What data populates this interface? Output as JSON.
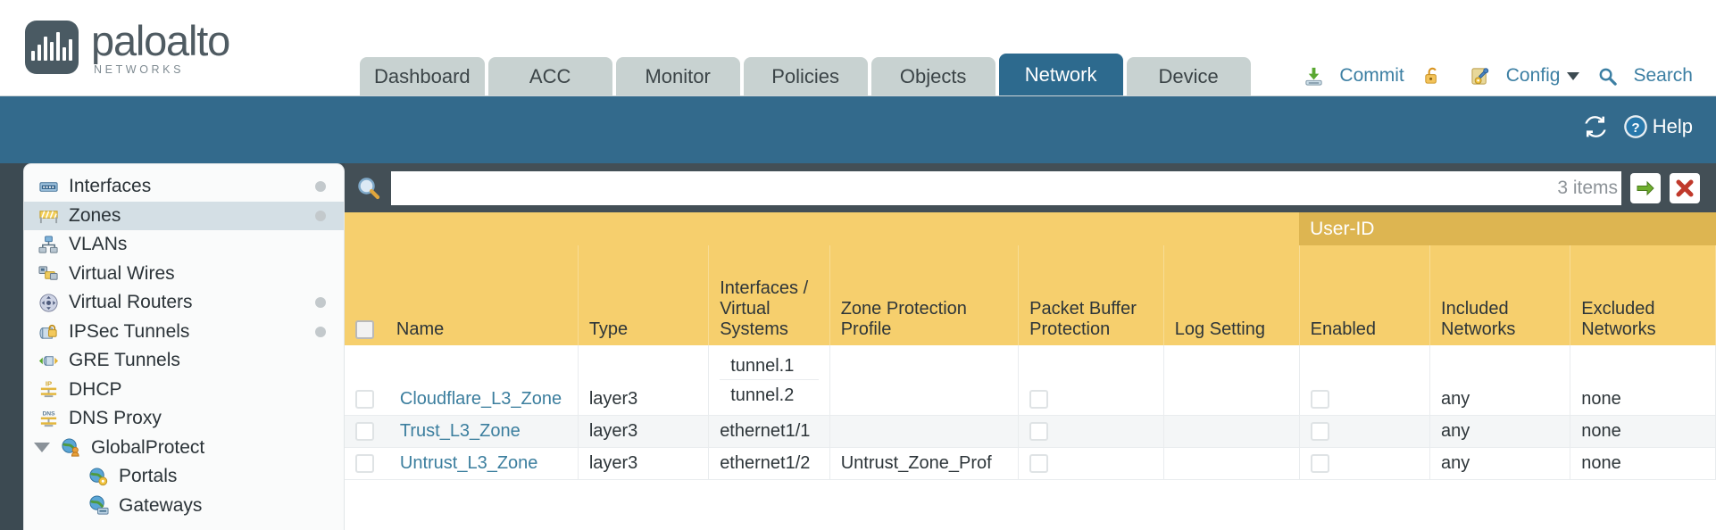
{
  "brand": {
    "name": "paloalto",
    "tagline": "NETWORKS",
    "registered": "®"
  },
  "tabs": [
    {
      "label": "Dashboard",
      "active": false
    },
    {
      "label": "ACC",
      "active": false
    },
    {
      "label": "Monitor",
      "active": false
    },
    {
      "label": "Policies",
      "active": false
    },
    {
      "label": "Objects",
      "active": false
    },
    {
      "label": "Network",
      "active": true
    },
    {
      "label": "Device",
      "active": false
    }
  ],
  "top_actions": {
    "commit": "Commit",
    "config": "Config",
    "search": "Search"
  },
  "band": {
    "help": "Help"
  },
  "search": {
    "value": "",
    "placeholder": "",
    "items_count": "3 items"
  },
  "sidebar": {
    "items": [
      {
        "label": "Interfaces",
        "icon": "interfaces-icon",
        "selected": false,
        "dot": true,
        "child": false,
        "expandable": false
      },
      {
        "label": "Zones",
        "icon": "zones-icon",
        "selected": true,
        "dot": true,
        "child": false,
        "expandable": false
      },
      {
        "label": "VLANs",
        "icon": "vlans-icon",
        "selected": false,
        "dot": false,
        "child": false,
        "expandable": false
      },
      {
        "label": "Virtual Wires",
        "icon": "virtual-wires-icon",
        "selected": false,
        "dot": false,
        "child": false,
        "expandable": false
      },
      {
        "label": "Virtual Routers",
        "icon": "virtual-routers-icon",
        "selected": false,
        "dot": true,
        "child": false,
        "expandable": false
      },
      {
        "label": "IPSec Tunnels",
        "icon": "ipsec-tunnels-icon",
        "selected": false,
        "dot": true,
        "child": false,
        "expandable": false
      },
      {
        "label": "GRE Tunnels",
        "icon": "gre-tunnels-icon",
        "selected": false,
        "dot": false,
        "child": false,
        "expandable": false
      },
      {
        "label": "DHCP",
        "icon": "dhcp-icon",
        "selected": false,
        "dot": false,
        "child": false,
        "expandable": false
      },
      {
        "label": "DNS Proxy",
        "icon": "dns-proxy-icon",
        "selected": false,
        "dot": false,
        "child": false,
        "expandable": false
      },
      {
        "label": "GlobalProtect",
        "icon": "globalprotect-icon",
        "selected": false,
        "dot": false,
        "child": false,
        "expandable": true
      },
      {
        "label": "Portals",
        "icon": "portals-icon",
        "selected": false,
        "dot": false,
        "child": true,
        "expandable": false
      },
      {
        "label": "Gateways",
        "icon": "gateways-icon",
        "selected": false,
        "dot": false,
        "child": true,
        "expandable": false
      }
    ]
  },
  "table": {
    "group_header": "User-ID",
    "columns": [
      "Name",
      "Type",
      "Interfaces / Virtual Systems",
      "Zone Protection Profile",
      "Packet Buffer Protection",
      "Log Setting",
      "Enabled",
      "Included Networks",
      "Excluded Networks"
    ],
    "rows": [
      {
        "selected": false,
        "name": "Cloudflare_L3_Zone",
        "type": "layer3",
        "interfaces": [
          "tunnel.1",
          "tunnel.2"
        ],
        "zone_protection_profile": "",
        "packet_buffer_protection": false,
        "log_setting": "",
        "userid_enabled": false,
        "included_networks": "any",
        "excluded_networks": "none"
      },
      {
        "selected": false,
        "name": "Trust_L3_Zone",
        "type": "layer3",
        "interfaces": [
          "ethernet1/1"
        ],
        "zone_protection_profile": "",
        "packet_buffer_protection": false,
        "log_setting": "",
        "userid_enabled": false,
        "included_networks": "any",
        "excluded_networks": "none"
      },
      {
        "selected": false,
        "name": "Untrust_L3_Zone",
        "type": "layer3",
        "interfaces": [
          "ethernet1/2"
        ],
        "zone_protection_profile": "Untrust_Zone_Prof",
        "packet_buffer_protection": false,
        "log_setting": "",
        "userid_enabled": false,
        "included_networks": "any",
        "excluded_networks": "none"
      }
    ]
  },
  "colors": {
    "tab_active": "#2d6a8e",
    "tab_inactive": "#c8d2d1",
    "band": "#336a8c",
    "header_amber": "#f6cf6d",
    "group_amber": "#ddb551",
    "link": "#3b7e9e",
    "search_bar": "#434f56"
  }
}
